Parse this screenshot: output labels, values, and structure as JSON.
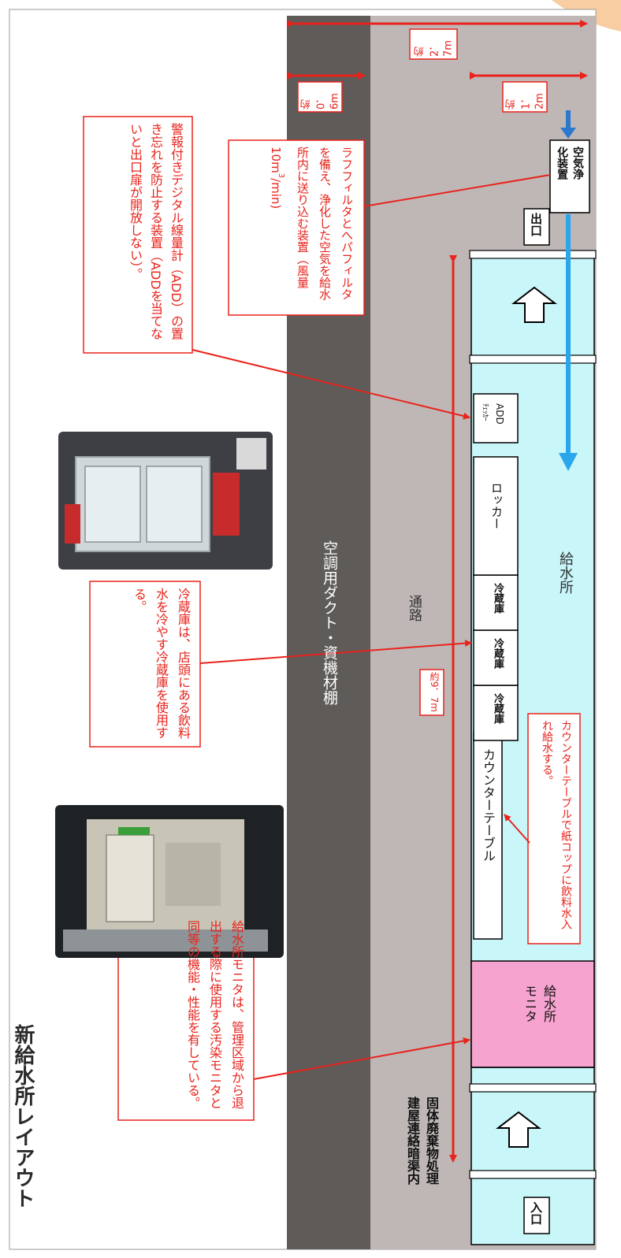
{
  "title": "新給水所レイアウト",
  "location_label": "固体廃棄物処理\n建屋連絡暗渠内",
  "duct_label": "空調用ダクト・資機材棚",
  "passage_label": "通路",
  "supply_label": "給水所",
  "dimensions": {
    "length": "約9．7m",
    "total_width": "約2．7m",
    "duct_width": "約0．6m",
    "room_width": "約1．2m"
  },
  "doors": {
    "entrance": "入口",
    "exit": "出口"
  },
  "fixtures": {
    "monitor": "給水所\nモニタ",
    "counter": "カウンターテーブル",
    "fridge1": "冷蔵庫",
    "fridge2": "冷蔵庫",
    "fridge3": "冷蔵庫",
    "locker": "ロッカー",
    "add_checker_top": "ADD",
    "add_checker_bottom": "ﾁｪｯｶｰ",
    "air_purifier": "空気浄\n化装置"
  },
  "callouts": {
    "add_device": "警報付きデジタル線量計（ADD）の置き忘れを防止する装置（ADDを当てないと出口扉が開放しない）。",
    "air_device_main": "ラフフィルタとへパフィルタを備え、浄化した空気を給水所内に送り込む装置",
    "air_device_flow_a": "（風量10m",
    "air_device_flow_sup": "3",
    "air_device_flow_b": "/min)",
    "fridge": "冷蔵庫は、店頭にある飲料水を冷やす冷蔵庫を使用する。",
    "counter": "カウンターテーブルで紙コップに飲料水入れ給水する。",
    "monitor": "給水所モニタは、管理区域から退出する際に使用する汚染モニタと同等の機能・性能を有している。"
  },
  "colors": {
    "red": "#e8231c",
    "duct": "#5e5b59",
    "passage": "#bfb7b6",
    "supply": "#c8f6f9",
    "monitor": "#f6a3cf",
    "blue_arrow": "#2aa6ec",
    "deco": "#f6c08a"
  },
  "icons": {
    "door_arrow": "hollow-arrow-icon",
    "airflow": "blue-flow-arrow-icon",
    "dimension": "red-dimension-arrow-icon"
  }
}
